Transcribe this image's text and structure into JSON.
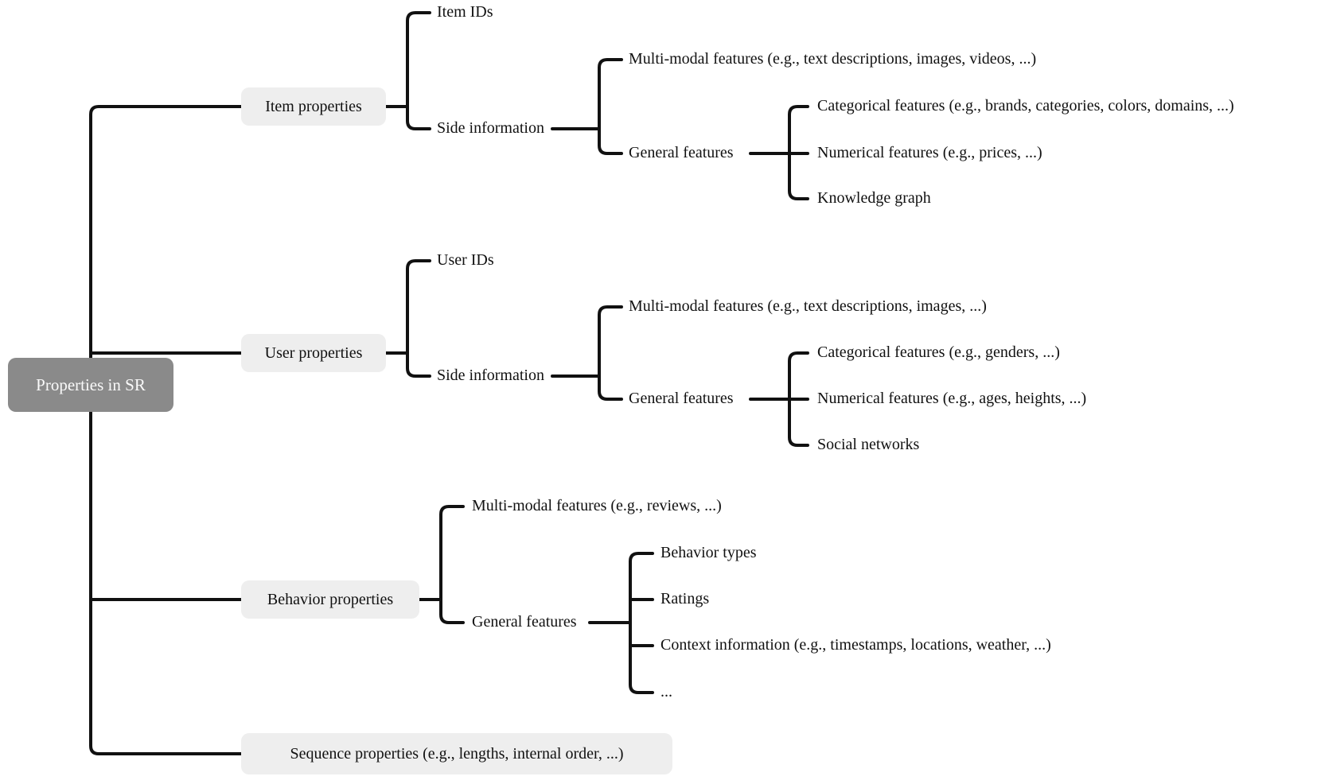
{
  "diagram": {
    "title_note": "Taxonomy tree of properties in sequential recommendation",
    "root": {
      "label": "Properties in SR"
    },
    "item": {
      "label": "Item properties",
      "item_ids": "Item IDs",
      "side_information": "Side information",
      "multi_modal": "Multi-modal features (e.g., text descriptions, images, videos, ...)",
      "general_features": "General features",
      "categorical": "Categorical features (e.g., brands, categories, colors, domains, ...)",
      "numerical": "Numerical features (e.g., prices, ...)",
      "knowledge_graph": "Knowledge graph"
    },
    "user": {
      "label": "User properties",
      "user_ids": "User IDs",
      "side_information": "Side information",
      "multi_modal": "Multi-modal features (e.g., text descriptions, images, ...)",
      "general_features": "General features",
      "categorical": "Categorical features (e.g., genders, ...)",
      "numerical": "Numerical features (e.g., ages, heights, ...)",
      "social_networks": "Social networks"
    },
    "behavior": {
      "label": "Behavior properties",
      "multi_modal": "Multi-modal features (e.g., reviews, ...)",
      "general_features": "General features",
      "behavior_types": "Behavior types",
      "ratings": "Ratings",
      "context_information": "Context information (e.g., timestamps, locations, weather, ...)",
      "ellipsis": "..."
    },
    "sequence": {
      "label": "Sequence properties (e.g., lengths, internal order, ...)"
    },
    "colors": {
      "bg": "#ffffff",
      "root_bg": "#8a8a8a",
      "root_text": "#fafafa",
      "node_bg": "#eeeeee",
      "line": "#111111",
      "text": "#111111"
    }
  }
}
